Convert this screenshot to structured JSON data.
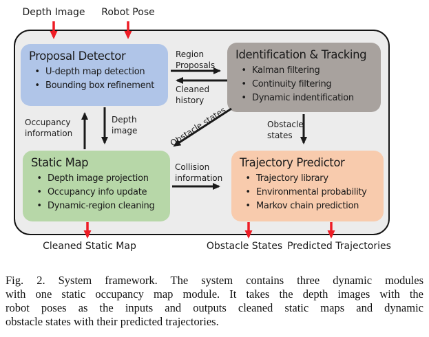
{
  "figure": {
    "inputs": {
      "depth_image": "Depth Image",
      "robot_pose": "Robot Pose"
    },
    "modules": {
      "proposal_detector": {
        "title": "Proposal Detector",
        "bullets": [
          "U-depth map detection",
          "Bounding box refinement"
        ]
      },
      "identification_tracking": {
        "title": "Identification & Tracking",
        "bullets": [
          "Kalman filtering",
          "Continuity filtering",
          "Dynamic indentification"
        ]
      },
      "static_map": {
        "title": "Static Map",
        "bullets": [
          "Depth image projection",
          "Occupancy info update",
          "Dynamic-region cleaning"
        ]
      },
      "trajectory_predictor": {
        "title": "Trajectory Predictor",
        "bullets": [
          "Trajectory library",
          "Environmental probability",
          "Markov chain prediction"
        ]
      }
    },
    "flows": {
      "region_proposals": "Region\nProposals",
      "cleaned_history": "Cleaned\nhistory",
      "occupancy_information": "Occupancy\ninformation",
      "depth_image": "Depth\nimage",
      "obstacle_states_diagonal": "Obstacle states",
      "obstacle_states": "Obstacle\nstates",
      "collision_information": "Collision\ninformation"
    },
    "outputs": {
      "cleaned_static_map": "Cleaned Static Map",
      "obstacle_states": "Obstacle States",
      "predicted_trajectories": "Predicted Trajectories"
    }
  },
  "caption": {
    "lines": [
      "Fig. 2.    System framework. The system contains three dynamic modules",
      "with one static occupancy map module. It takes the depth images with the",
      "robot poses as the inputs and outputs cleaned static maps and dynamic",
      "obstacle states with their predicted trajectories."
    ]
  },
  "colors": {
    "module-blue": "#b0c5e8",
    "module-gray": "#a8a29e",
    "module-green": "#b7d7a8",
    "module-orange": "#f8cbad",
    "arrow-red": "#ee1c25",
    "arrow-black": "#1a1a1a",
    "canvas": "#ececec"
  }
}
